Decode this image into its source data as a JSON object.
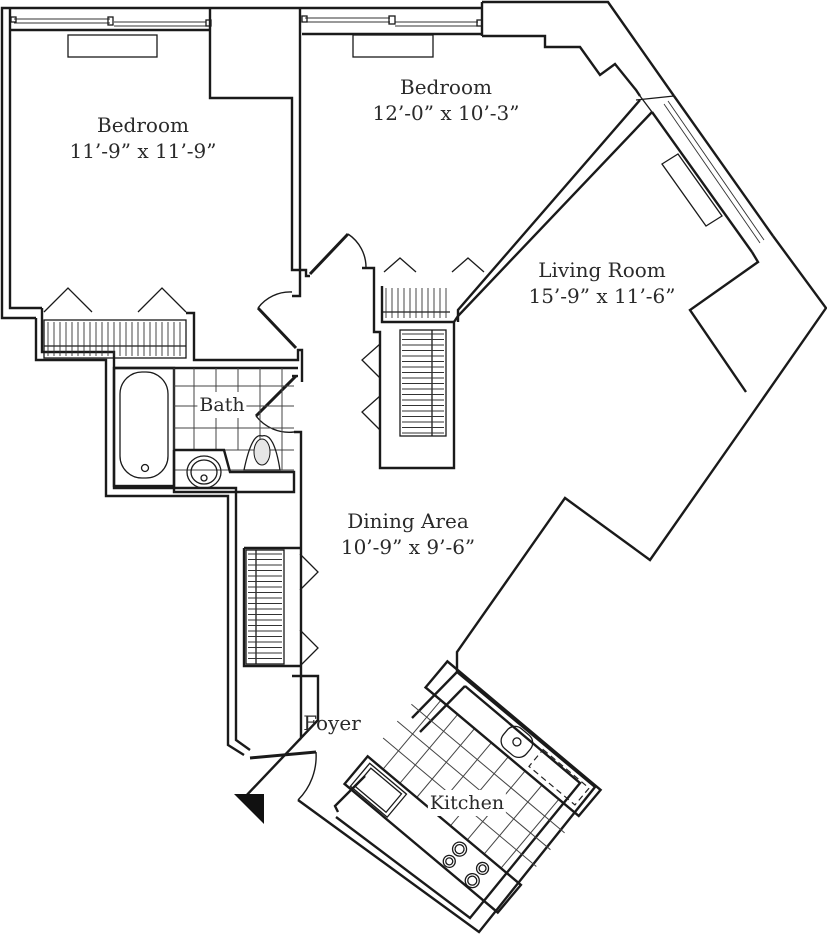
{
  "floor_plan": {
    "rooms": [
      {
        "id": "bedroom-1",
        "name": "Bedroom",
        "dimensions": "11’-9” x 11’-9”"
      },
      {
        "id": "bedroom-2",
        "name": "Bedroom",
        "dimensions": "12’-0” x 10’-3”"
      },
      {
        "id": "living-room",
        "name": "Living Room",
        "dimensions": "15’-9” x 11’-6”"
      },
      {
        "id": "bath",
        "name": "Bath"
      },
      {
        "id": "dining-area",
        "name": "Dining Area",
        "dimensions": "10’-9” x 9’-6”"
      },
      {
        "id": "foyer",
        "name": "Foyer"
      },
      {
        "id": "kitchen",
        "name": "Kitchen"
      }
    ],
    "symbols": {
      "entry_marker": "entry-triangle-icon",
      "line_color": "#1a1a1a",
      "fixture_fill": "#e6e6e6"
    }
  }
}
